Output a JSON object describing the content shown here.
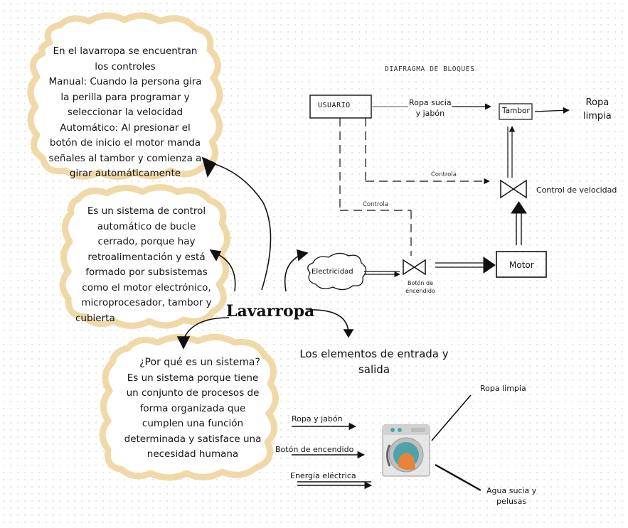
{
  "center_title": "Lavarropa",
  "clouds": {
    "controls": [
      "En el lavarropa se encuentran",
      "los controles",
      "Manual: Cuando la persona gira",
      "la perilla para programar y",
      "seleccionar la velocidad",
      "Automático: Al presionar el",
      "botón de inicio el motor manda",
      "señales al tambor y comienza a",
      "girar automáticamente"
    ],
    "closed_loop": [
      "Es un sistema de control",
      "automático de bucle",
      "cerrado, porque hay",
      "retroalimentación y está",
      "formado por subsistemas",
      "como el motor electrónico,",
      "microprocesador, tambor y",
      "cubierta"
    ],
    "why_system_title": "¿Por qué es un sistema?",
    "why_system": [
      "Es un sistema porque tiene",
      "un conjunto de procesos de",
      "forma organizada que",
      "cumplen una función",
      "determinada y satisface una",
      "necesidad humana"
    ]
  },
  "block_diagram": {
    "title": "DIAFRAGMA DE BLOQUES",
    "usuario": "USUARIO",
    "ropa_sucia_1": "Ropa sucia",
    "ropa_sucia_2": "y jabón",
    "tambor": "Tambor",
    "ropa_limpia_1": "Ropa",
    "ropa_limpia_2": "limpia",
    "controla_1": "Controla",
    "controla_2": "Controla",
    "control_velocidad": "Control de velocidad",
    "electricidad": "Electricidad",
    "boton_1": "Botón de",
    "boton_2": "encendido",
    "motor": "Motor"
  },
  "io": {
    "heading_1": "Los elementos de entrada y",
    "heading_2": "salida",
    "inputs": [
      "Ropa y jabón",
      "Botón de encendido",
      "Energía eléctrica"
    ],
    "out_clean": "Ropa limpia",
    "out_dirty_1": "Agua sucia y",
    "out_dirty_2": "pelusas"
  },
  "colors": {
    "cloud_border": "#f0d9a8",
    "ink": "#1a1a1a",
    "washer_teal": "#4fa3a8",
    "clothes_orange": "#e8833a"
  }
}
